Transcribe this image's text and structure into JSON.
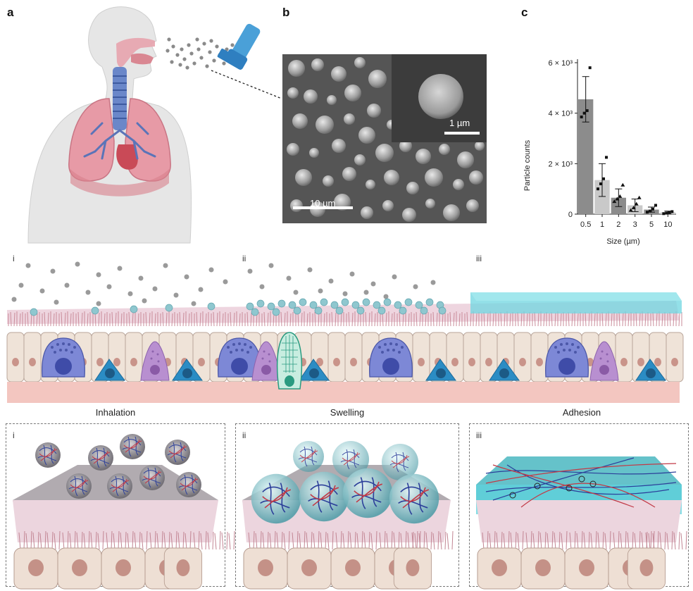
{
  "panel_letters": {
    "a": "a",
    "b": "b",
    "c": "c"
  },
  "sem": {
    "scale_main": "10 µm",
    "scale_inset": "1 µm"
  },
  "stages": {
    "roman": [
      "i",
      "ii",
      "iii"
    ],
    "captions": [
      "Inhalation",
      "Swelling",
      "Adhesion"
    ]
  },
  "chart_data": {
    "type": "bar",
    "categories": [
      "0.5",
      "1",
      "2",
      "3",
      "5",
      "10"
    ],
    "values": [
      4550,
      1350,
      650,
      350,
      180,
      70
    ],
    "errors": [
      900,
      650,
      350,
      250,
      100,
      50
    ],
    "points": [
      [
        3850,
        4000,
        4100,
        5800
      ],
      [
        1000,
        1200,
        1400,
        2250
      ],
      [
        500,
        600,
        700,
        1150
      ],
      [
        150,
        250,
        400,
        650
      ],
      [
        80,
        120,
        200,
        350
      ],
      [
        20,
        40,
        60,
        100
      ]
    ],
    "xlabel": "Size (µm)",
    "ylabel": "Particle counts",
    "yticks": [
      "0",
      "2 × 10³",
      "4 × 10³",
      "6 × 10³"
    ],
    "ylim": [
      0,
      6000
    ],
    "colors": {
      "bar_dark": "#8c8c8c",
      "bar_light": "#c9c9c9"
    }
  }
}
